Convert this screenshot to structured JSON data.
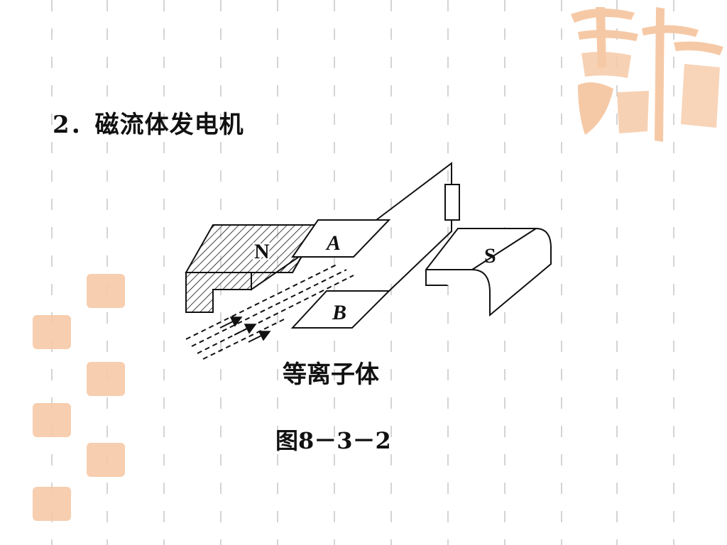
{
  "title": "2．磁流体发电机",
  "diagram": {
    "magnet_north_label": "N",
    "magnet_south_label": "S",
    "plate_a_label": "A",
    "plate_b_label": "B"
  },
  "plasma_caption": "等离子体",
  "figure_caption": "图8－3－2",
  "decor_colors": {
    "seal": "#f6c9a6",
    "grid_dash": "#d4d4d4"
  }
}
